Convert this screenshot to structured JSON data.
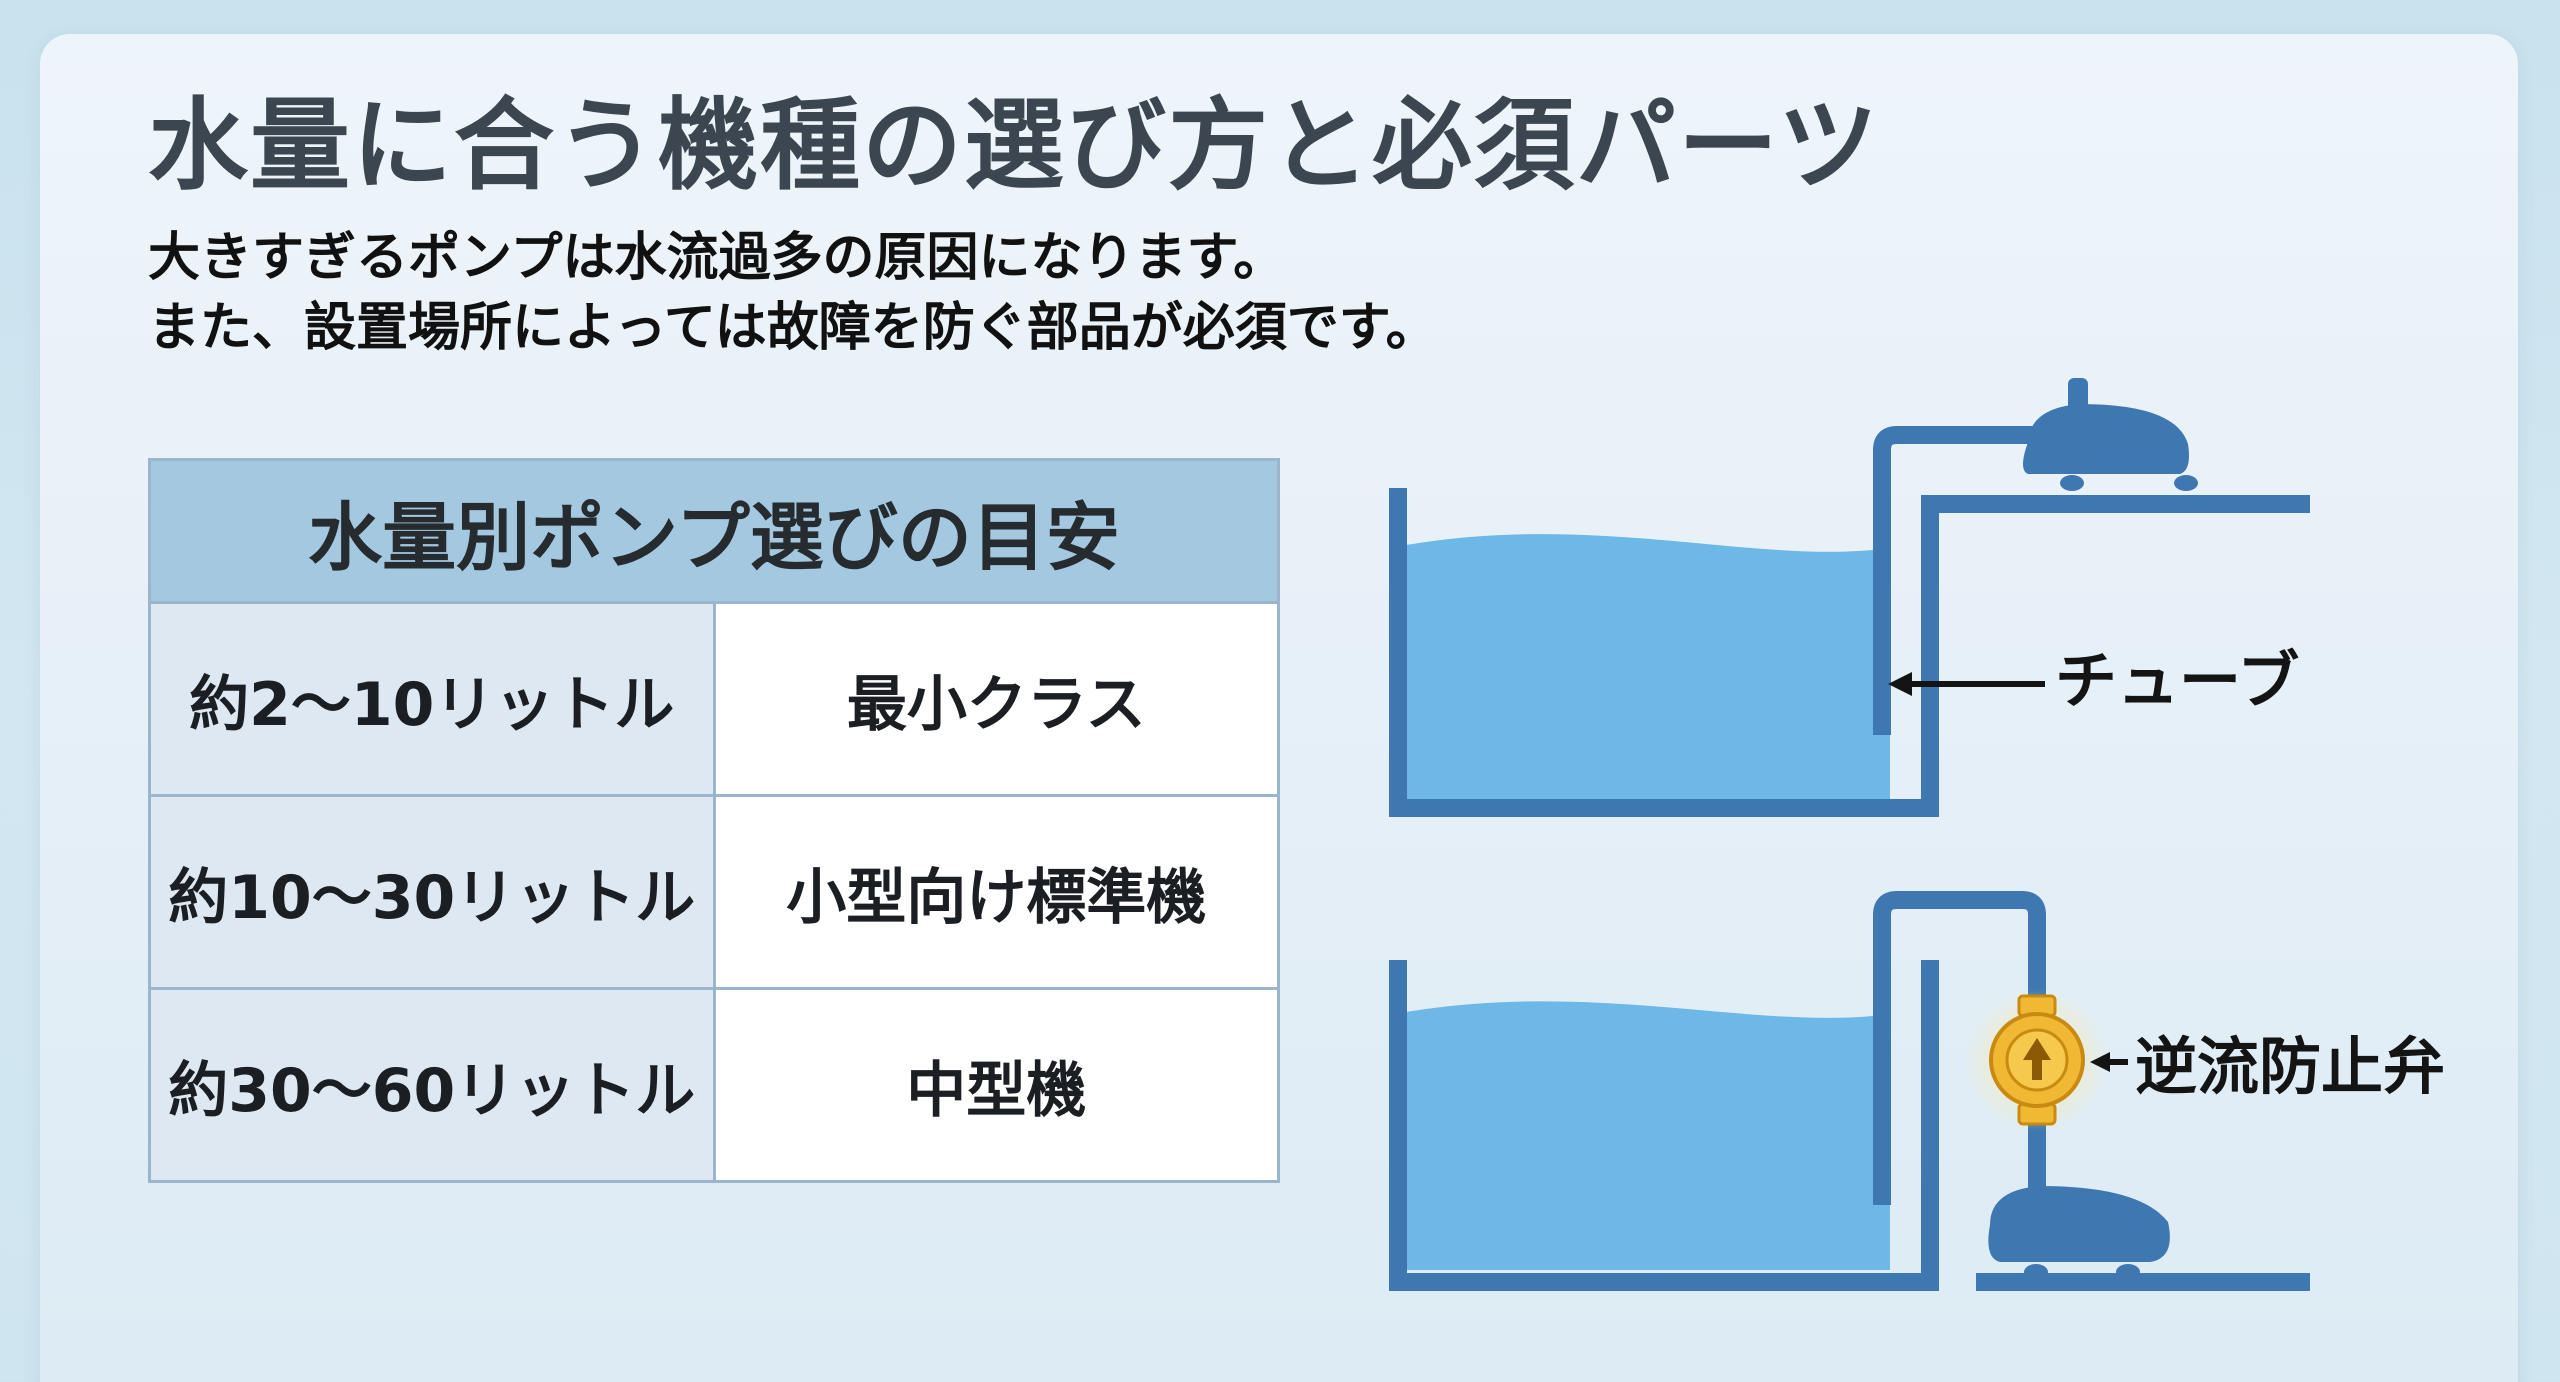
{
  "title": "水量に合う機種の選び方と必須パーツ",
  "subtitle": [
    "大きすぎるポンプは水流過多の原因になります。",
    "また、設置場所によっては故障を防ぐ部品が必須です。"
  ],
  "table": {
    "header": "水量別ポンプ選びの目安",
    "rows": [
      {
        "range": "約2～10リットル",
        "class": "最小クラス"
      },
      {
        "range": "約10～30リットル",
        "class": "小型向け標準機"
      },
      {
        "range": "約30～60リットル",
        "class": "中型機"
      }
    ]
  },
  "diagram": {
    "tube_label": "チューブ",
    "valve_label": "逆流防止弁",
    "colors": {
      "structure": "#3f78b0",
      "water": "#6db8e6",
      "valve": "#f1b834"
    },
    "icons": [
      "pump-icon",
      "check-valve-icon",
      "arrow-up-icon"
    ]
  }
}
